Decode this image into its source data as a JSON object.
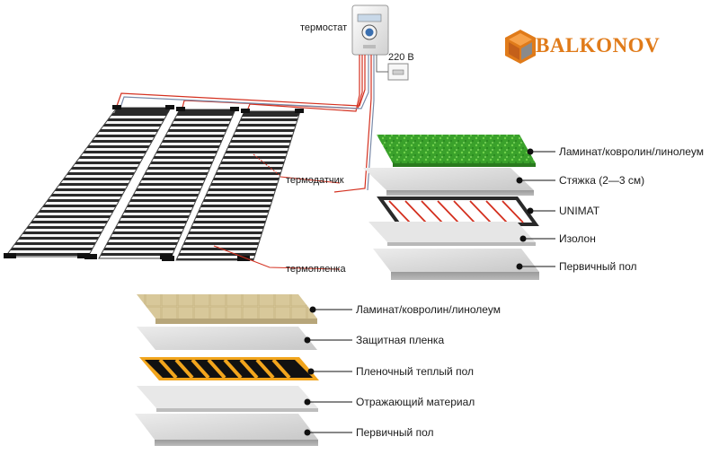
{
  "logo": {
    "text": "BALKONOV",
    "icon": "isometric-cube-icon",
    "color": "#e07b1a"
  },
  "system_diagram": {
    "thermostat_label": "термостат",
    "voltage_label": "220 В",
    "sensor_label": "термодатчик",
    "film_label": "термопленка"
  },
  "unimat_layers": {
    "items": [
      {
        "label": "Ламинат/ковролин/линолеум"
      },
      {
        "label": "Стяжка (2—3 см)"
      },
      {
        "label": "UNIMAT"
      },
      {
        "label": "Изолон"
      },
      {
        "label": "Первичный пол"
      }
    ]
  },
  "film_layers": {
    "items": [
      {
        "label": "Ламинат/ковролин/линолеум"
      },
      {
        "label": "Защитная пленка"
      },
      {
        "label": "Пленочный теплый пол"
      },
      {
        "label": "Отражающий материал"
      },
      {
        "label": "Первичный пол"
      }
    ]
  },
  "colors": {
    "grass": "#3aa12b",
    "heating_red": "#d4301f",
    "film_orange": "#f2a51c",
    "laminate": "#d8c89a",
    "gray_layer": "#d4d4d4",
    "logo_orange": "#e07b1a"
  }
}
